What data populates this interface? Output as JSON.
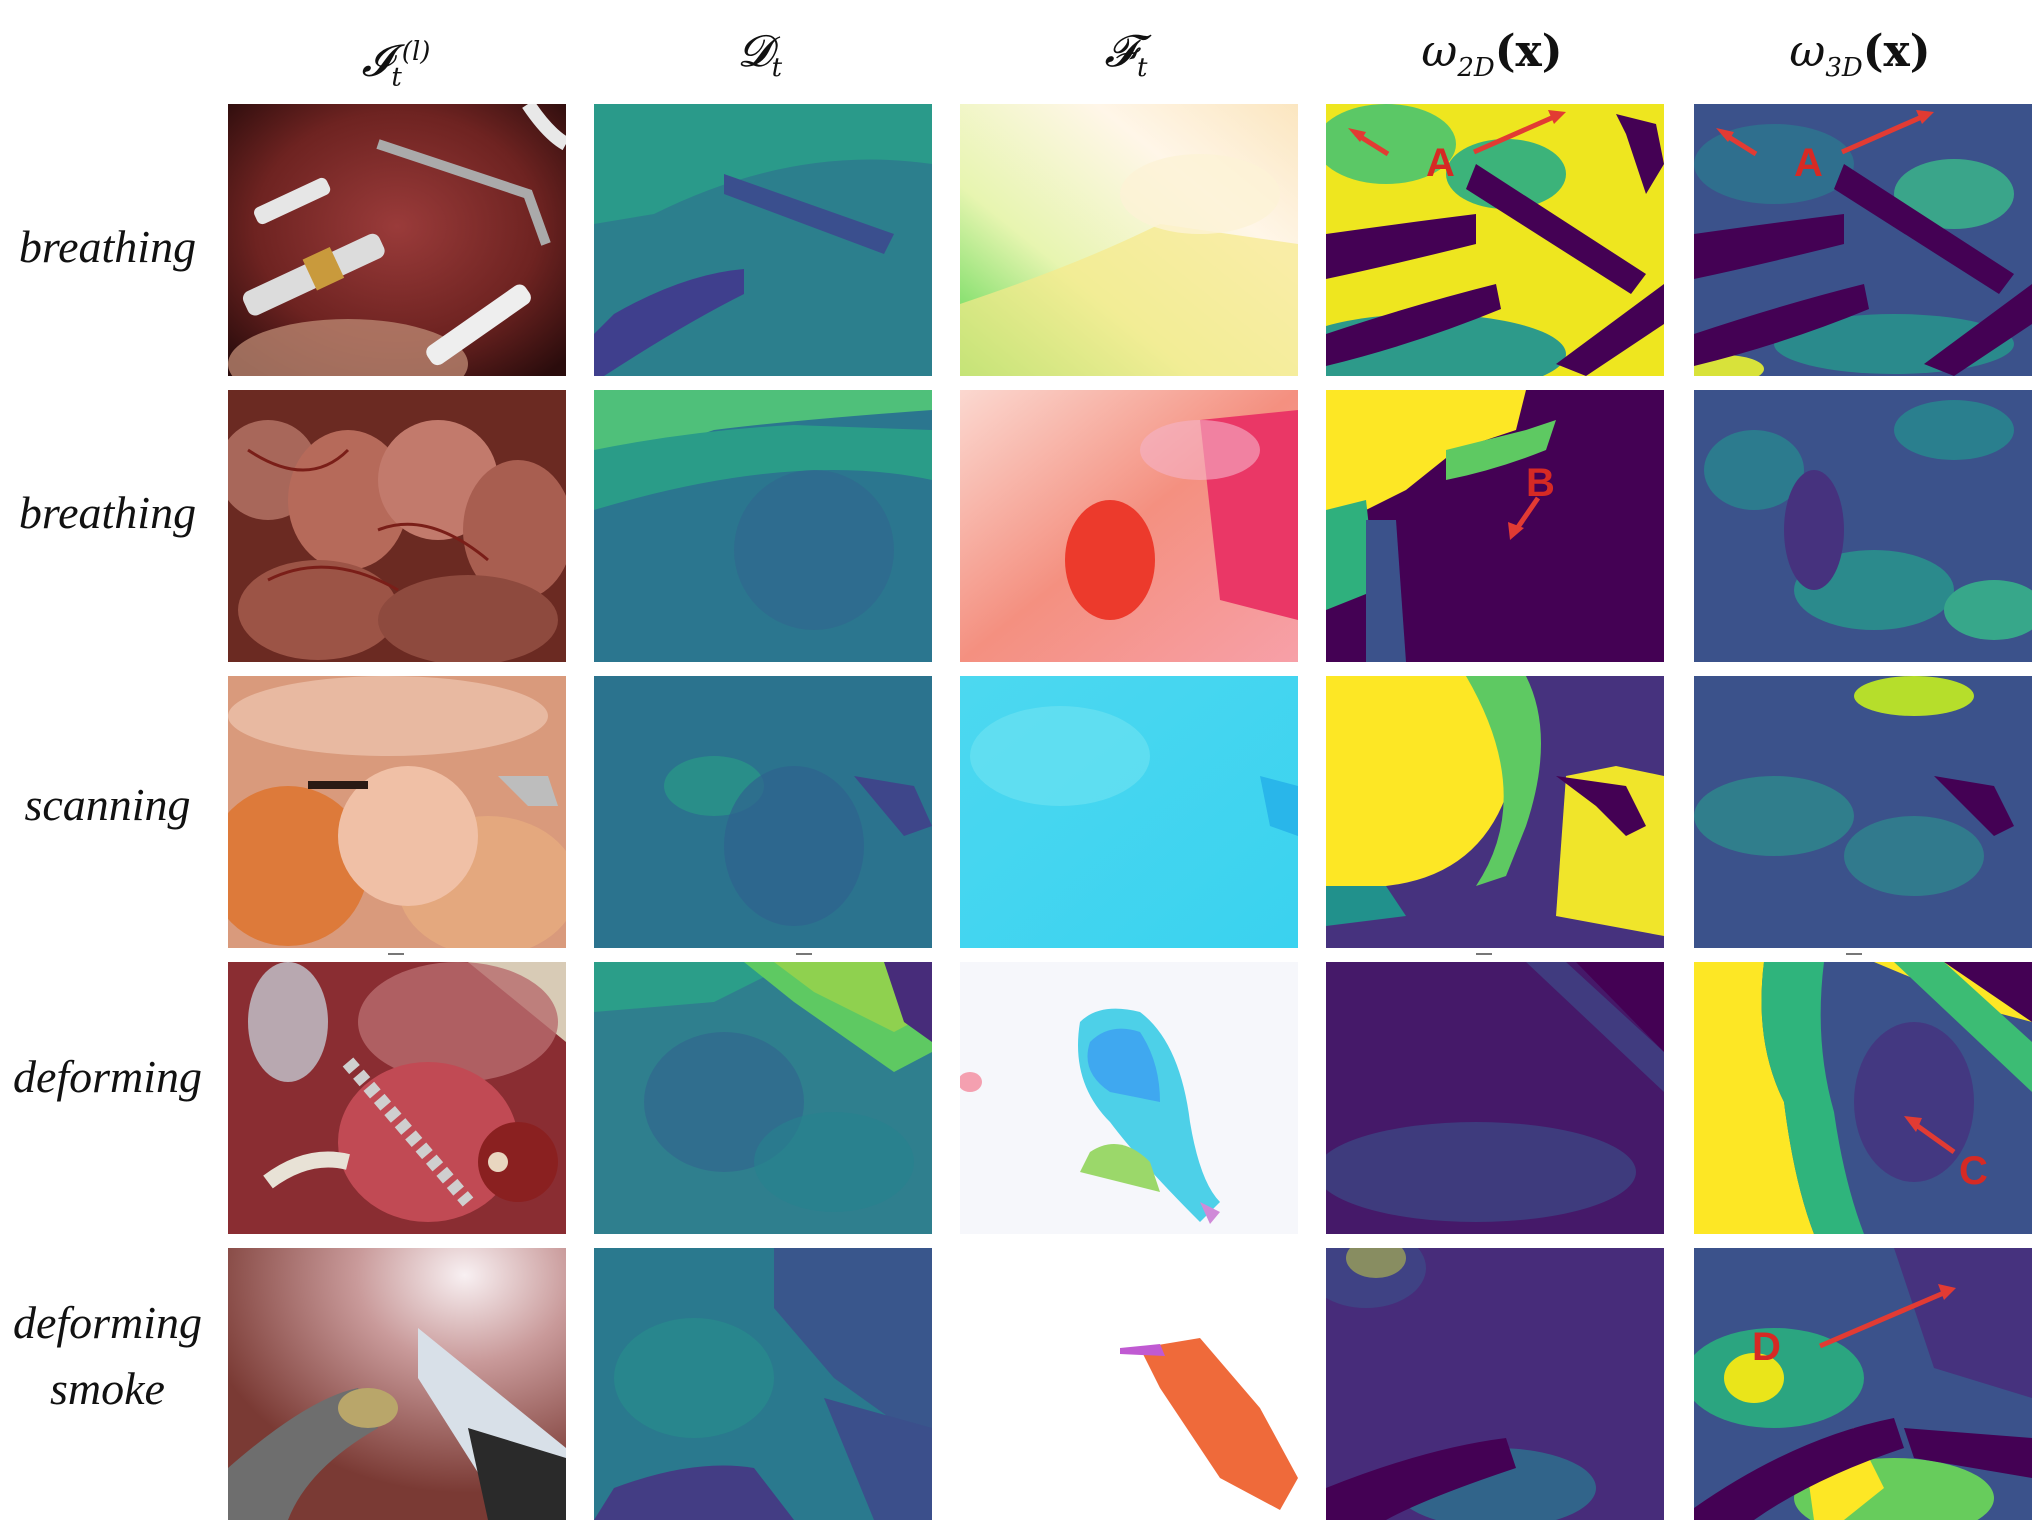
{
  "columns": [
    {
      "id": "image",
      "label_main": "𝓘",
      "label_sub": "t",
      "label_sup": "(l)"
    },
    {
      "id": "depth",
      "label_main": "𝓓",
      "label_sub": "t"
    },
    {
      "id": "flow",
      "label_main": "𝓕",
      "label_sub": "t"
    },
    {
      "id": "w2d",
      "label_main": "ω",
      "label_sub": "2D",
      "label_arg": "(x)"
    },
    {
      "id": "w3d",
      "label_main": "ω",
      "label_sub": "3D",
      "label_arg": "(x)"
    }
  ],
  "rows": [
    {
      "label_lines": [
        "breathing"
      ]
    },
    {
      "label_lines": [
        "breathing"
      ]
    },
    {
      "label_lines": [
        "scanning"
      ]
    },
    {
      "label_lines": [
        "deforming"
      ]
    },
    {
      "label_lines": [
        "deforming",
        "smoke"
      ]
    }
  ],
  "annotations": {
    "A1": "A",
    "A2": "A",
    "B": "B",
    "C": "C",
    "D": "D"
  },
  "colors": {
    "viridis_dark": "#440154",
    "viridis_blue": "#3b528b",
    "viridis_teal": "#21918c",
    "viridis_green": "#5ec962",
    "viridis_yellow": "#fde725",
    "arrow_red": "#e23b33"
  }
}
